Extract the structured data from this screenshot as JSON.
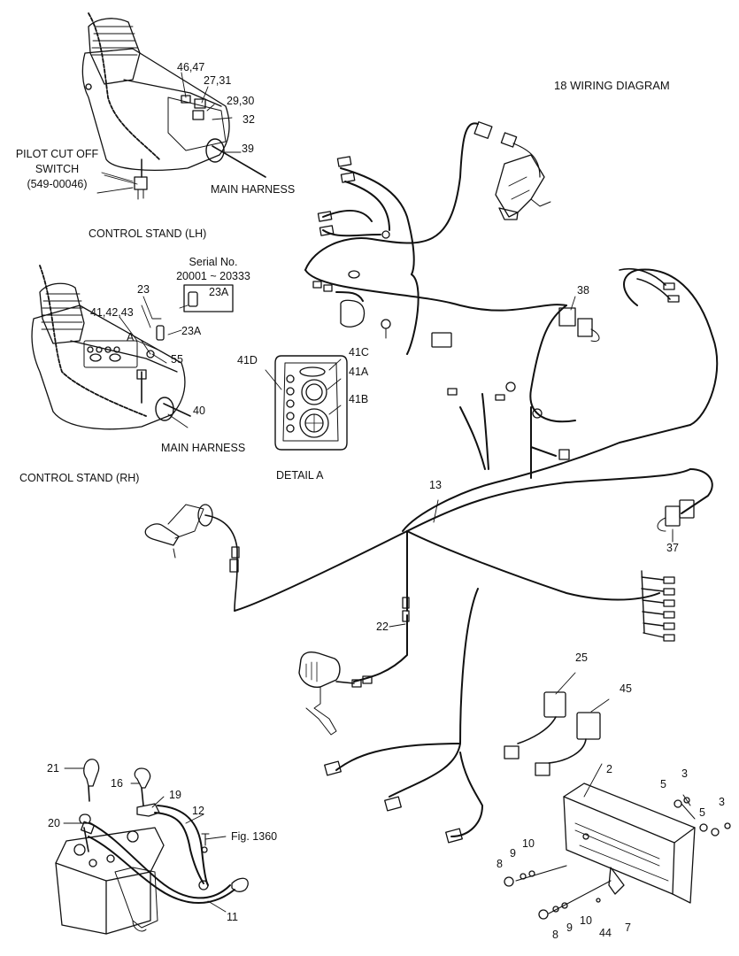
{
  "title": "18   WIRING DIAGRAM",
  "labels": {
    "lh_stand": "CONTROL STAND (LH)",
    "rh_stand": "CONTROL STAND (RH)",
    "detail_a": "DETAIL  A",
    "main_harness_top": "MAIN HARNESS",
    "main_harness_mid": "MAIN HARNESS",
    "pilot_l1": "PILOT CUT OFF",
    "pilot_l2": "SWITCH",
    "pilot_l3": "(549-00046)",
    "serial_l1": "Serial No.",
    "serial_l2": "20001 ~ 20333",
    "fig_ref": "Fig. 1360",
    "detail_letter": "A"
  },
  "callouts": {
    "c46_47": "46,47",
    "c27_31": "27,31",
    "c29_30": "29,30",
    "c32": "32",
    "c39": "39",
    "c23": "23",
    "c23a_box": "23A",
    "c23a": "23A",
    "c41_42_43": "41,42,43",
    "c55": "55",
    "c40": "40",
    "c41d": "41D",
    "c41c": "41C",
    "c41a": "41A",
    "c41b": "41B",
    "c38": "38",
    "c13": "13",
    "c37": "37",
    "c22": "22",
    "c25": "25",
    "c45": "45",
    "c2": "2",
    "c3a": "3",
    "c5a": "5",
    "c3b": "3",
    "c5b": "5",
    "c8a": "8",
    "c9a": "9",
    "c10a": "10",
    "c8b": "8",
    "c9b": "9",
    "c10b": "10",
    "c44": "44",
    "c7": "7",
    "c21": "21",
    "c16": "16",
    "c19": "19",
    "c20": "20",
    "c12": "12",
    "c11": "11"
  }
}
